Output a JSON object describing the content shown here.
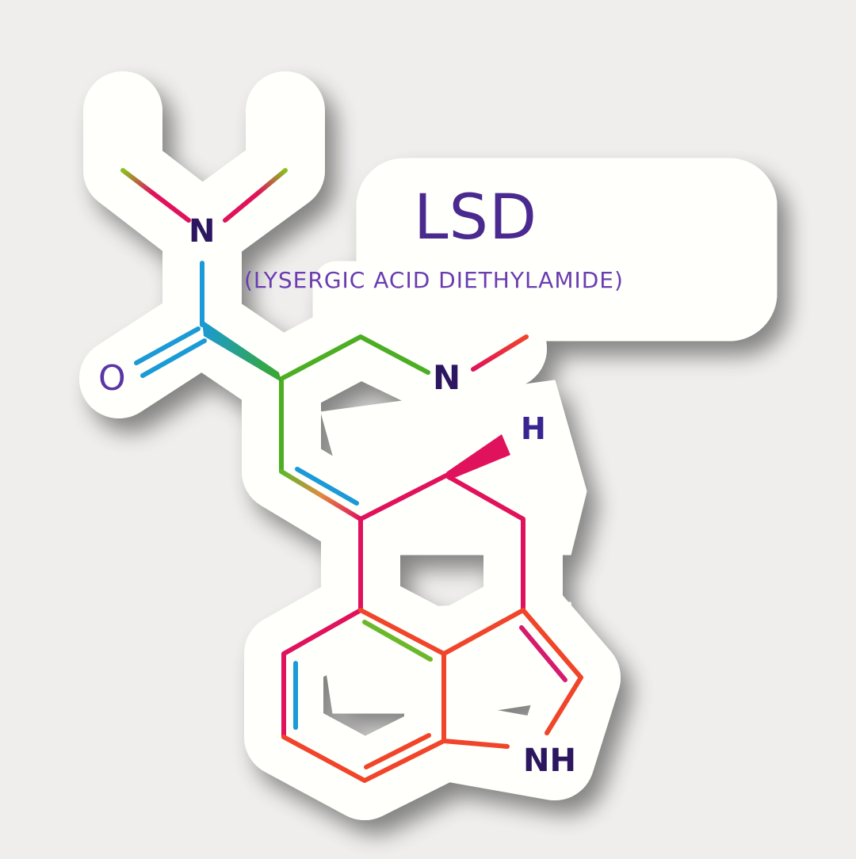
{
  "sticker": {
    "title": "LSD",
    "subtitle": "(LYSERGIC ACID DIETHYLAMIDE)",
    "atoms": {
      "amide_n": "N",
      "oxygen": "O",
      "ring_n": "N",
      "hydrogen": "H",
      "indole_nh": "NH"
    }
  },
  "colors": {
    "background": "#efeeed",
    "sticker": "#fffffc",
    "text_title": "#4b2a8f",
    "text_subtitle": "#6a3cb0",
    "atom_label": "#2c1660",
    "bond_blue": "#1a9ad6",
    "bond_green": "#5cb82a",
    "bond_magenta": "#e0125c",
    "bond_red": "#f0452a"
  }
}
